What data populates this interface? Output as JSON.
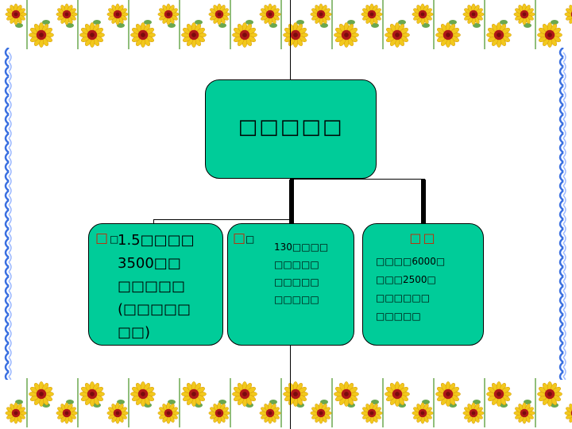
{
  "diagram": {
    "root": {
      "label": "□□□□□"
    },
    "nodes": [
      {
        "lead": "□",
        "lead_small": "□",
        "text": "1.5□□□□ 3500□□ □□□□□ (□□□□□ □□)"
      },
      {
        "lead": "□",
        "lead_small": "□",
        "text": "130□□□□ □□□□□ □□□□□ □□□□□"
      },
      {
        "title": "□□",
        "text": "□□□□6000□ □□□2500□ □□□□□□ □□□□□"
      }
    ]
  },
  "decor": {
    "border": "sunflower-garland",
    "side_pattern": "blue-wave-ribbon",
    "accent_color": "#00cc99",
    "lead_color": "#cc2200"
  }
}
